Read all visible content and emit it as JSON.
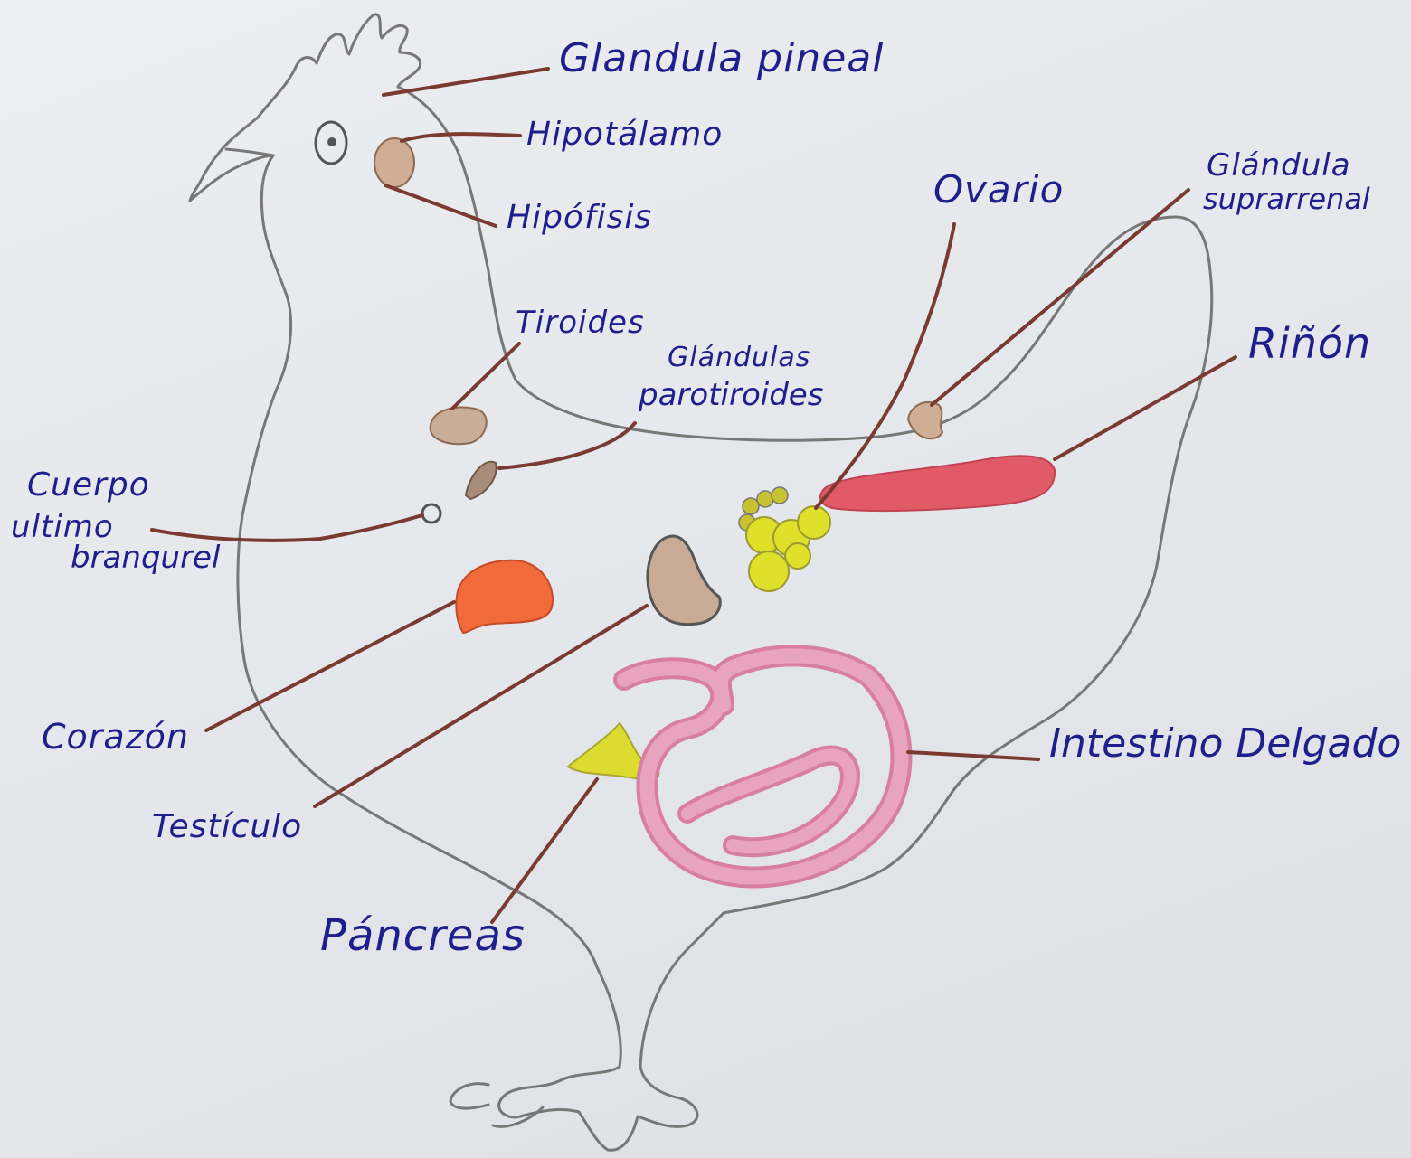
{
  "diagram": {
    "labels": {
      "pineal": "Glandula pineal",
      "hipotalamo": "Hipotálamo",
      "hipofisis": "Hipófisis",
      "ovario": "Ovario",
      "suprarrenal_1": "Glándula",
      "suprarrenal_2": "suprarrenal",
      "tiroides": "Tiroides",
      "paratiroides_1": "Glándulas",
      "paratiroides_2": "parotiroides",
      "rinon": "Riñón",
      "cuerpo_1": "Cuerpo",
      "cuerpo_2": "ultimo",
      "cuerpo_3": "branqurel",
      "corazon": "Corazón",
      "testiculo": "Testículo",
      "intestino": "Intestino Delgado",
      "pancreas": "Páncreas"
    },
    "colors": {
      "ink": "#1e1e8c",
      "leader": "#7a3a30",
      "outline": "#777777",
      "gland_tan": "#cfae95",
      "kidney": "#e05a68",
      "heart": "#f06a3a",
      "ovary": "#dfe02a",
      "intestine": "#e9a4bd",
      "testis": "#c9ab95"
    }
  }
}
